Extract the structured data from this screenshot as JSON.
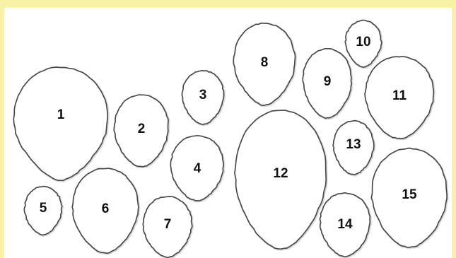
{
  "colors": {
    "frame": "#f8f2a6",
    "panel": "#ffffff",
    "outline": "#4a4a4a",
    "label": "#111111"
  },
  "leaves": [
    {
      "label": "1"
    },
    {
      "label": "2"
    },
    {
      "label": "3"
    },
    {
      "label": "4"
    },
    {
      "label": "5"
    },
    {
      "label": "6"
    },
    {
      "label": "7"
    },
    {
      "label": "8"
    },
    {
      "label": "9"
    },
    {
      "label": "10"
    },
    {
      "label": "11"
    },
    {
      "label": "12"
    },
    {
      "label": "13"
    },
    {
      "label": "14"
    },
    {
      "label": "15"
    }
  ]
}
